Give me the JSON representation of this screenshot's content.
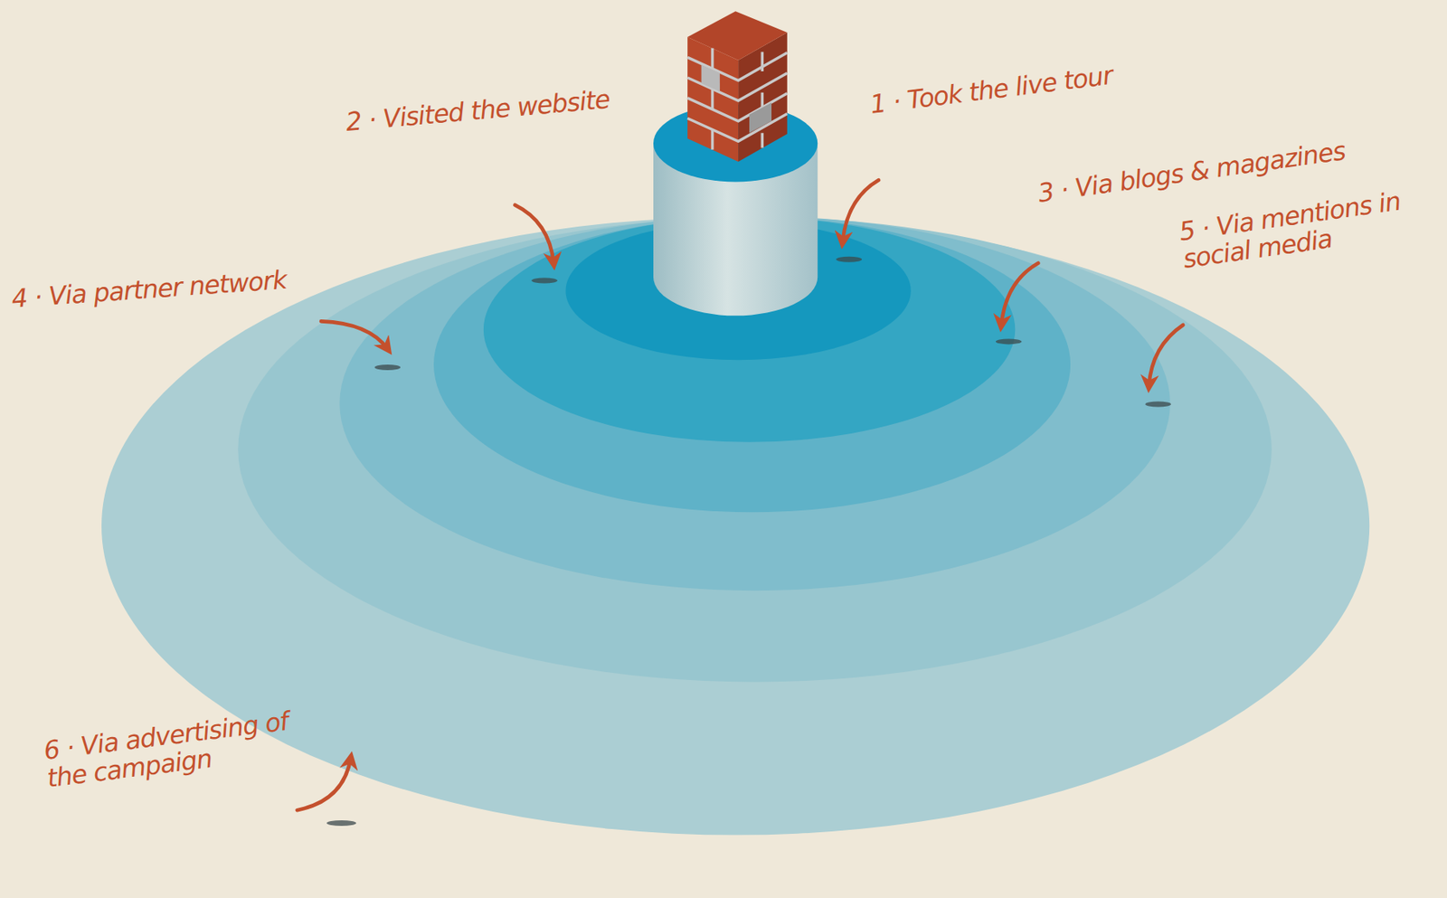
{
  "diagram": {
    "labels": [
      "1 · Took the live tour",
      "2 · Visited the website",
      "3 · Via blogs & magazines",
      "4 · Via partner network",
      "5 · Via mentions in social media",
      "6 · Via advertising of the campaign"
    ]
  }
}
